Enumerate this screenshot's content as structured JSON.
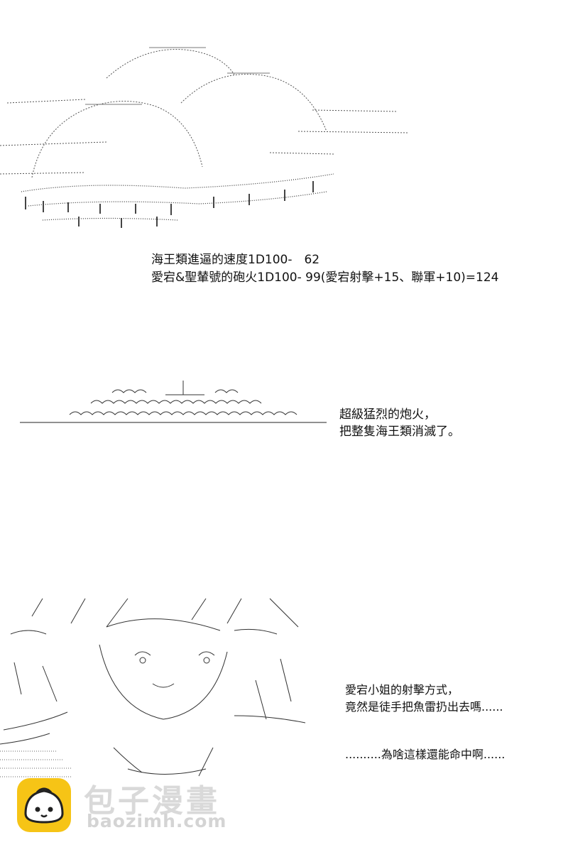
{
  "dice_results": {
    "line_1": "海王類進逼的速度1D100-　62",
    "line_2": "愛宕&聖輦號的砲火1D100- 99(愛宕射擊+15、聯軍+10)=124"
  },
  "narration_1": {
    "line_1": "超級猛烈的炮火，",
    "line_2": "把整隻海王類消滅了。"
  },
  "narration_2": {
    "line_1": "愛宕小姐的射擊方式，",
    "line_2": "竟然是徒手把魚雷扔出去嗎......"
  },
  "narration_3": {
    "line_1": "..........為啥這樣還能命中啊......"
  },
  "watermark": {
    "site_name": "包子漫畫",
    "url": "baozimh.com"
  },
  "colors": {
    "ink": "#111111",
    "watermark_gray": "#d4d4d4",
    "mascot_yellow": "#f6c416",
    "mascot_face": "#ffffff"
  }
}
